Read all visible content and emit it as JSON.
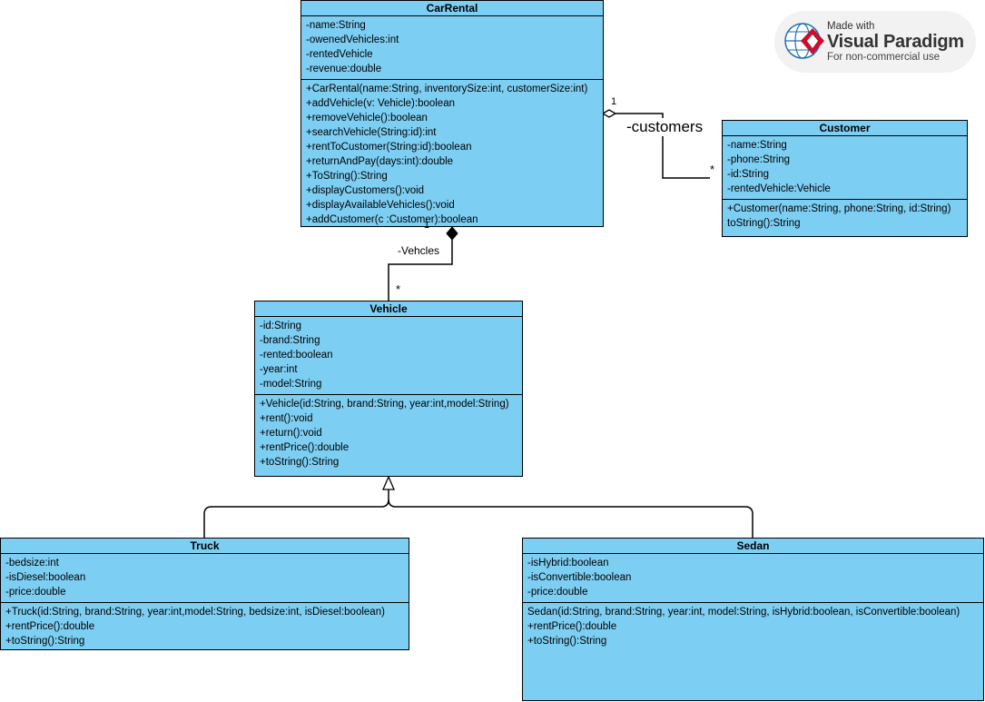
{
  "classes": {
    "carrental": {
      "name": "CarRental",
      "attributes": [
        "-name:String",
        "-owenedVehicles:int",
        "-rentedVehicle",
        "-revenue:double"
      ],
      "operations": [
        "+CarRental(name:String, inventorySize:int, customerSize:int)",
        "+addVehicle(v: Vehicle):boolean",
        "+removeVehicle():boolean",
        "+searchVehicle(String:id):int",
        "+rentToCustomer(String:id):boolean",
        "+returnAndPay(days:int):double",
        "+ToString():String",
        "+displayCustomers():void",
        "+displayAvailableVehicles():void",
        "+addCustomer(c :Customer):boolean"
      ]
    },
    "customer": {
      "name": "Customer",
      "attributes": [
        "-name:String",
        "-phone:String",
        "-id:String",
        "-rentedVehicle:Vehicle"
      ],
      "operations": [
        "+Customer(name:String, phone:String, id:String)",
        "toString():String"
      ]
    },
    "vehicle": {
      "name": "Vehicle",
      "attributes": [
        "-id:String",
        "-brand:String",
        "-rented:boolean",
        "-year:int",
        "-model:String"
      ],
      "operations": [
        "+Vehicle(id:String, brand:String, year:int,model:String)",
        "+rent():void",
        "+return():void",
        "+rentPrice():double",
        "+toString():String"
      ]
    },
    "truck": {
      "name": "Truck",
      "attributes": [
        "-bedsize:int",
        "-isDiesel:boolean",
        "-price:double"
      ],
      "operations": [
        "+Truck(id:String, brand:String, year:int,model:String, bedsize:int, isDiesel:boolean)",
        "+rentPrice():double",
        "+toString():String"
      ]
    },
    "sedan": {
      "name": "Sedan",
      "attributes": [
        "-isHybrid:boolean",
        "-isConvertible:boolean",
        "-price:double"
      ],
      "operations": [
        "Sedan(id:String, brand:String, year:int, model:String, isHybrid:boolean, isConvertible:boolean)",
        "+rentPrice():double",
        "+toString():String"
      ]
    }
  },
  "relations": {
    "customers": {
      "role": "-customers",
      "source_multiplicity": "1",
      "target_multiplicity": "*",
      "kind": "aggregation"
    },
    "vehicles": {
      "role": "-Vehcles",
      "source_multiplicity": "1",
      "target_multiplicity": "*",
      "kind": "composition"
    },
    "inheritance": {
      "kind": "generalization"
    }
  },
  "watermark": {
    "made_with": "Made with",
    "product": "Visual Paradigm",
    "note": "For non-commercial use"
  },
  "colors": {
    "class_fill": "#7dcef3",
    "class_border": "#000000",
    "logo_red": "#c8102e",
    "logo_blue": "#1f6fb2"
  }
}
